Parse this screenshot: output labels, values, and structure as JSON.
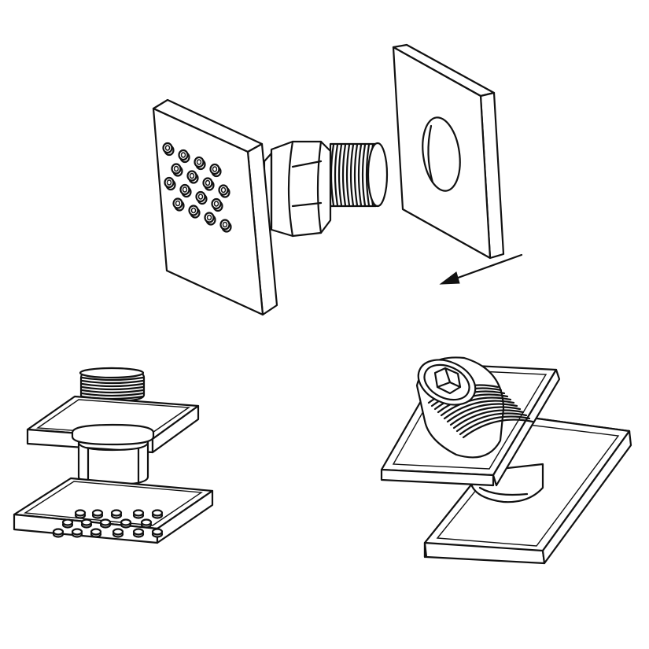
{
  "figure": {
    "views": [
      {
        "name": "exploded-view",
        "parts": [
          "nozzle-face-plate",
          "hex-nut",
          "threaded-connector",
          "escutcheon-plate",
          "install-direction-arrow"
        ],
        "nozzle_count": 16
      },
      {
        "name": "assembled-side-view",
        "parts": [
          "threaded-connector",
          "mounting-flange",
          "body-cylinder",
          "nozzle-face-plate"
        ],
        "nozzle_count": 16
      },
      {
        "name": "assembled-back-view",
        "parts": [
          "hex-socket-connector",
          "back-flange",
          "face-plate"
        ]
      }
    ],
    "line_color": "#111111",
    "background_color": "#ffffff"
  }
}
